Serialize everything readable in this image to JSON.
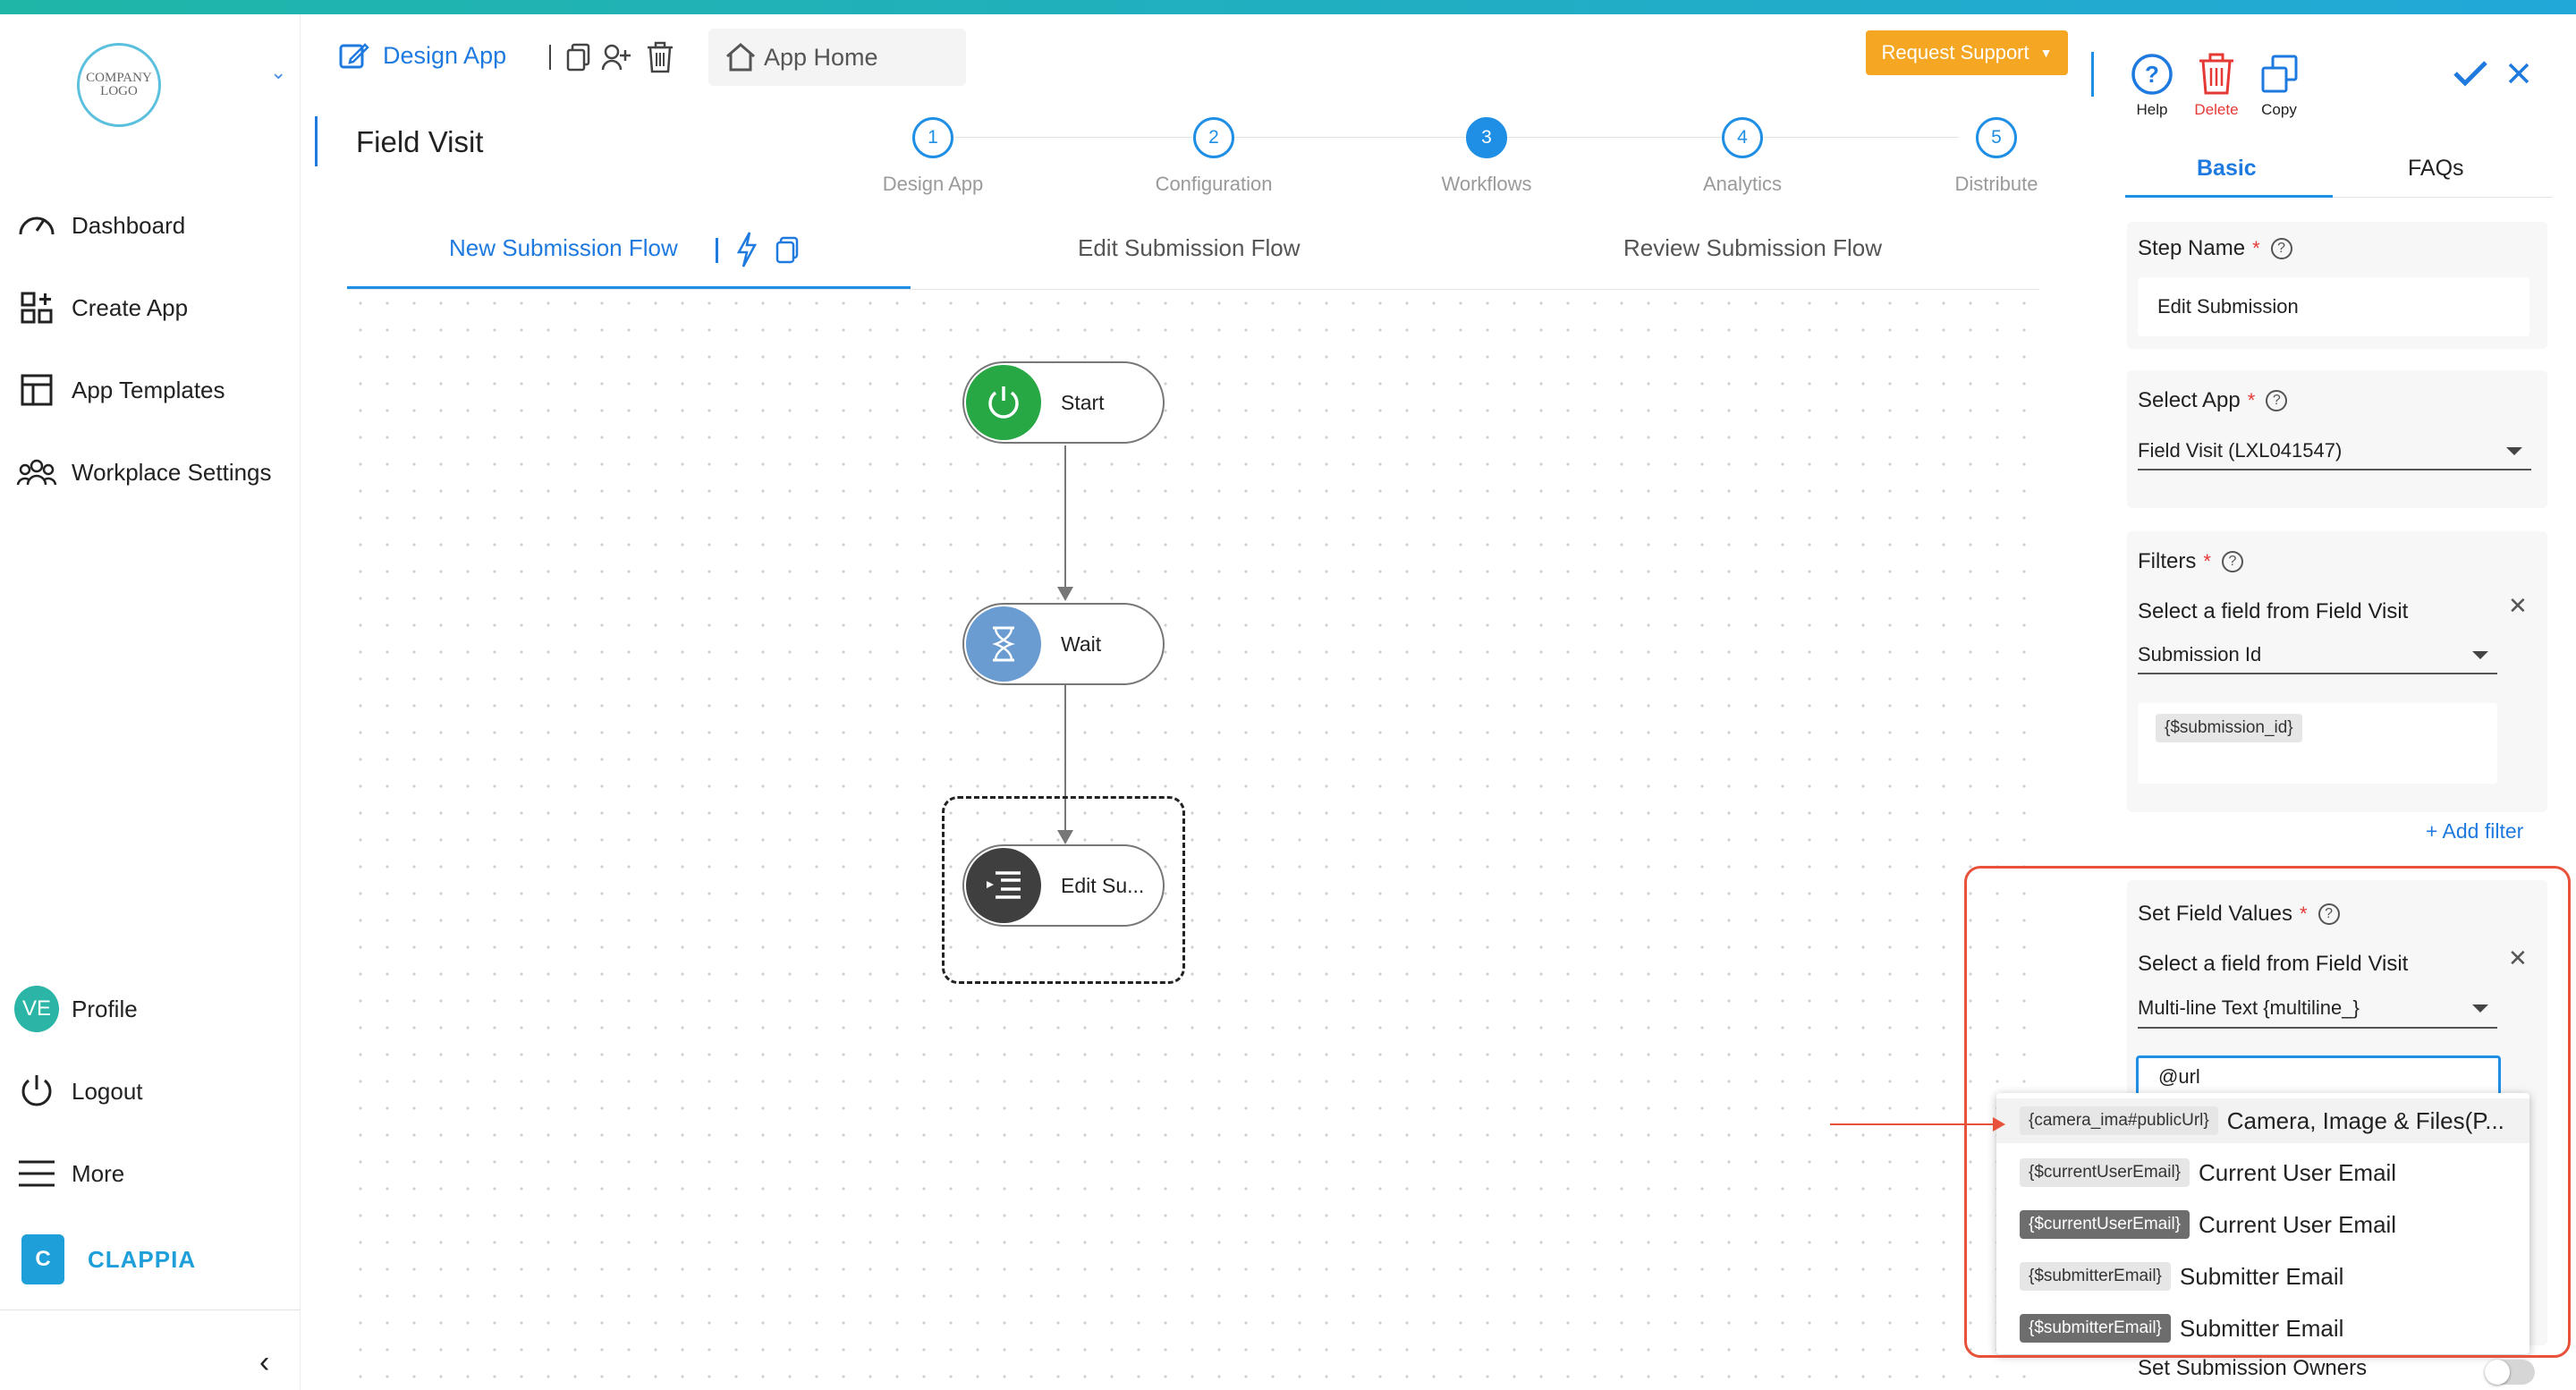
{
  "colors": {
    "accent": "#1f8fe5",
    "brand": "#1e9fd9",
    "warning": "#f5a623",
    "danger": "#e53935",
    "highlight": "#e8513a"
  },
  "sidebar": {
    "logo_text": "COMPANY LOGO",
    "items": [
      {
        "label": "Dashboard",
        "icon": "gauge-icon"
      },
      {
        "label": "Create App",
        "icon": "grid-plus-icon"
      },
      {
        "label": "App Templates",
        "icon": "layout-icon"
      },
      {
        "label": "Workplace Settings",
        "icon": "users-icon"
      }
    ],
    "profile": {
      "initials": "VE",
      "label": "Profile"
    },
    "logout_label": "Logout",
    "more_label": "More",
    "brand_name": "CLAPPIA",
    "brand_initial": "C"
  },
  "header": {
    "design_app_label": "Design App",
    "app_home_label": "App Home",
    "request_support_label": "Request Support",
    "page_title": "Field Visit",
    "steps": [
      {
        "num": "1",
        "label": "Design App"
      },
      {
        "num": "2",
        "label": "Configuration"
      },
      {
        "num": "3",
        "label": "Workflows"
      },
      {
        "num": "4",
        "label": "Analytics"
      },
      {
        "num": "5",
        "label": "Distribute"
      }
    ],
    "flow_tabs": [
      "New Submission Flow",
      "Edit Submission Flow",
      "Review Submission Flow"
    ]
  },
  "canvas": {
    "nodes": [
      {
        "label": "Start",
        "icon": "power-icon"
      },
      {
        "label": "Wait",
        "icon": "hourglass-icon"
      },
      {
        "label": "Edit Su...",
        "icon": "edit-list-icon"
      }
    ]
  },
  "panel": {
    "actions": {
      "help": "Help",
      "delete": "Delete",
      "copy": "Copy"
    },
    "tabs": {
      "basic": "Basic",
      "faqs": "FAQs"
    },
    "step_name": {
      "label": "Step Name",
      "required": "*",
      "value": "Edit Submission"
    },
    "select_app": {
      "label": "Select App",
      "required": "*",
      "value": "Field Visit (LXL041547)"
    },
    "filters": {
      "label": "Filters",
      "required": "*",
      "field_prompt": "Select a field from Field Visit",
      "field_value": "Submission Id",
      "chip": "{$submission_id}",
      "add_filter": "+ Add filter"
    },
    "set_field_values": {
      "label": "Set Field Values",
      "required": "*",
      "field_prompt": "Select a field from Field Visit",
      "field_value": "Multi-line Text {multiline_}",
      "input_value": "@url"
    },
    "suggestions": [
      {
        "code": "{camera_ima#publicUrl}",
        "label": "Camera, Image & Files(P...",
        "dark": false
      },
      {
        "code": "{$currentUserEmail}",
        "label": "Current User Email",
        "dark": false
      },
      {
        "code": "{$currentUserEmail}",
        "label": "Current User Email",
        "dark": true
      },
      {
        "code": "{$submitterEmail}",
        "label": "Submitter Email",
        "dark": false
      },
      {
        "code": "{$submitterEmail}",
        "label": "Submitter Email",
        "dark": true
      }
    ],
    "submission_owners_label": "Set Submission Owners"
  }
}
